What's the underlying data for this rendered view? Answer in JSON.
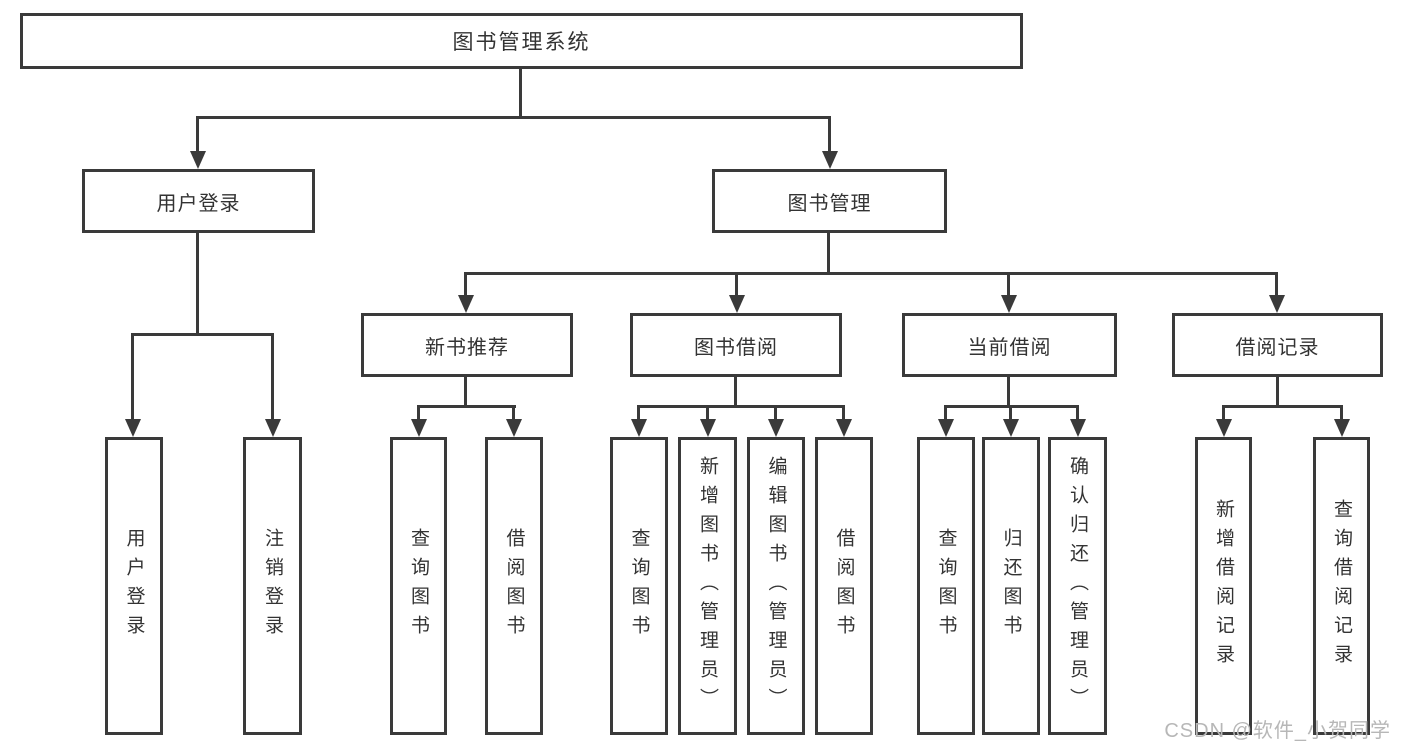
{
  "diagram": {
    "root": {
      "label": "图书管理系统"
    },
    "level2": {
      "user_login": {
        "label": "用户登录"
      },
      "book_mgmt": {
        "label": "图书管理"
      }
    },
    "level3": {
      "new_book_rec": {
        "label": "新书推荐"
      },
      "book_borrow": {
        "label": "图书借阅"
      },
      "current_borrow": {
        "label": "当前借阅"
      },
      "borrow_records": {
        "label": "借阅记录"
      }
    },
    "leaves": {
      "user_login": {
        "label": "用户登录"
      },
      "logout": {
        "label": "注销登录"
      },
      "rec_query_book": {
        "label": "查询图书"
      },
      "rec_borrow_book": {
        "label": "借阅图书"
      },
      "bb_query_book": {
        "label": "查询图书"
      },
      "bb_add_book": {
        "label": "新增图书（管理员）"
      },
      "bb_edit_book": {
        "label": "编辑图书（管理员）"
      },
      "bb_borrow_book": {
        "label": "借阅图书"
      },
      "cb_query_book": {
        "label": "查询图书"
      },
      "cb_return_book": {
        "label": "归还图书"
      },
      "cb_confirm_return": {
        "label": "确认归还（管理员）"
      },
      "br_add_record": {
        "label": "新增借阅记录"
      },
      "br_query_record": {
        "label": "查询借阅记录"
      }
    },
    "hierarchy": {
      "图书管理系统": {
        "用户登录": [
          "用户登录",
          "注销登录"
        ],
        "图书管理": {
          "新书推荐": [
            "查询图书",
            "借阅图书"
          ],
          "图书借阅": [
            "查询图书",
            "新增图书（管理员）",
            "编辑图书（管理员）",
            "借阅图书"
          ],
          "当前借阅": [
            "查询图书",
            "归还图书",
            "确认归还（管理员）"
          ],
          "借阅记录": [
            "新增借阅记录",
            "查询借阅记录"
          ]
        }
      }
    },
    "watermark": "CSDN @软件_小贺同学",
    "colors": {
      "line": "#3a3a3a",
      "text": "#333333",
      "box_fill": "#ffffff",
      "watermark": "#b7b7b7",
      "background": "#ffffff"
    }
  }
}
